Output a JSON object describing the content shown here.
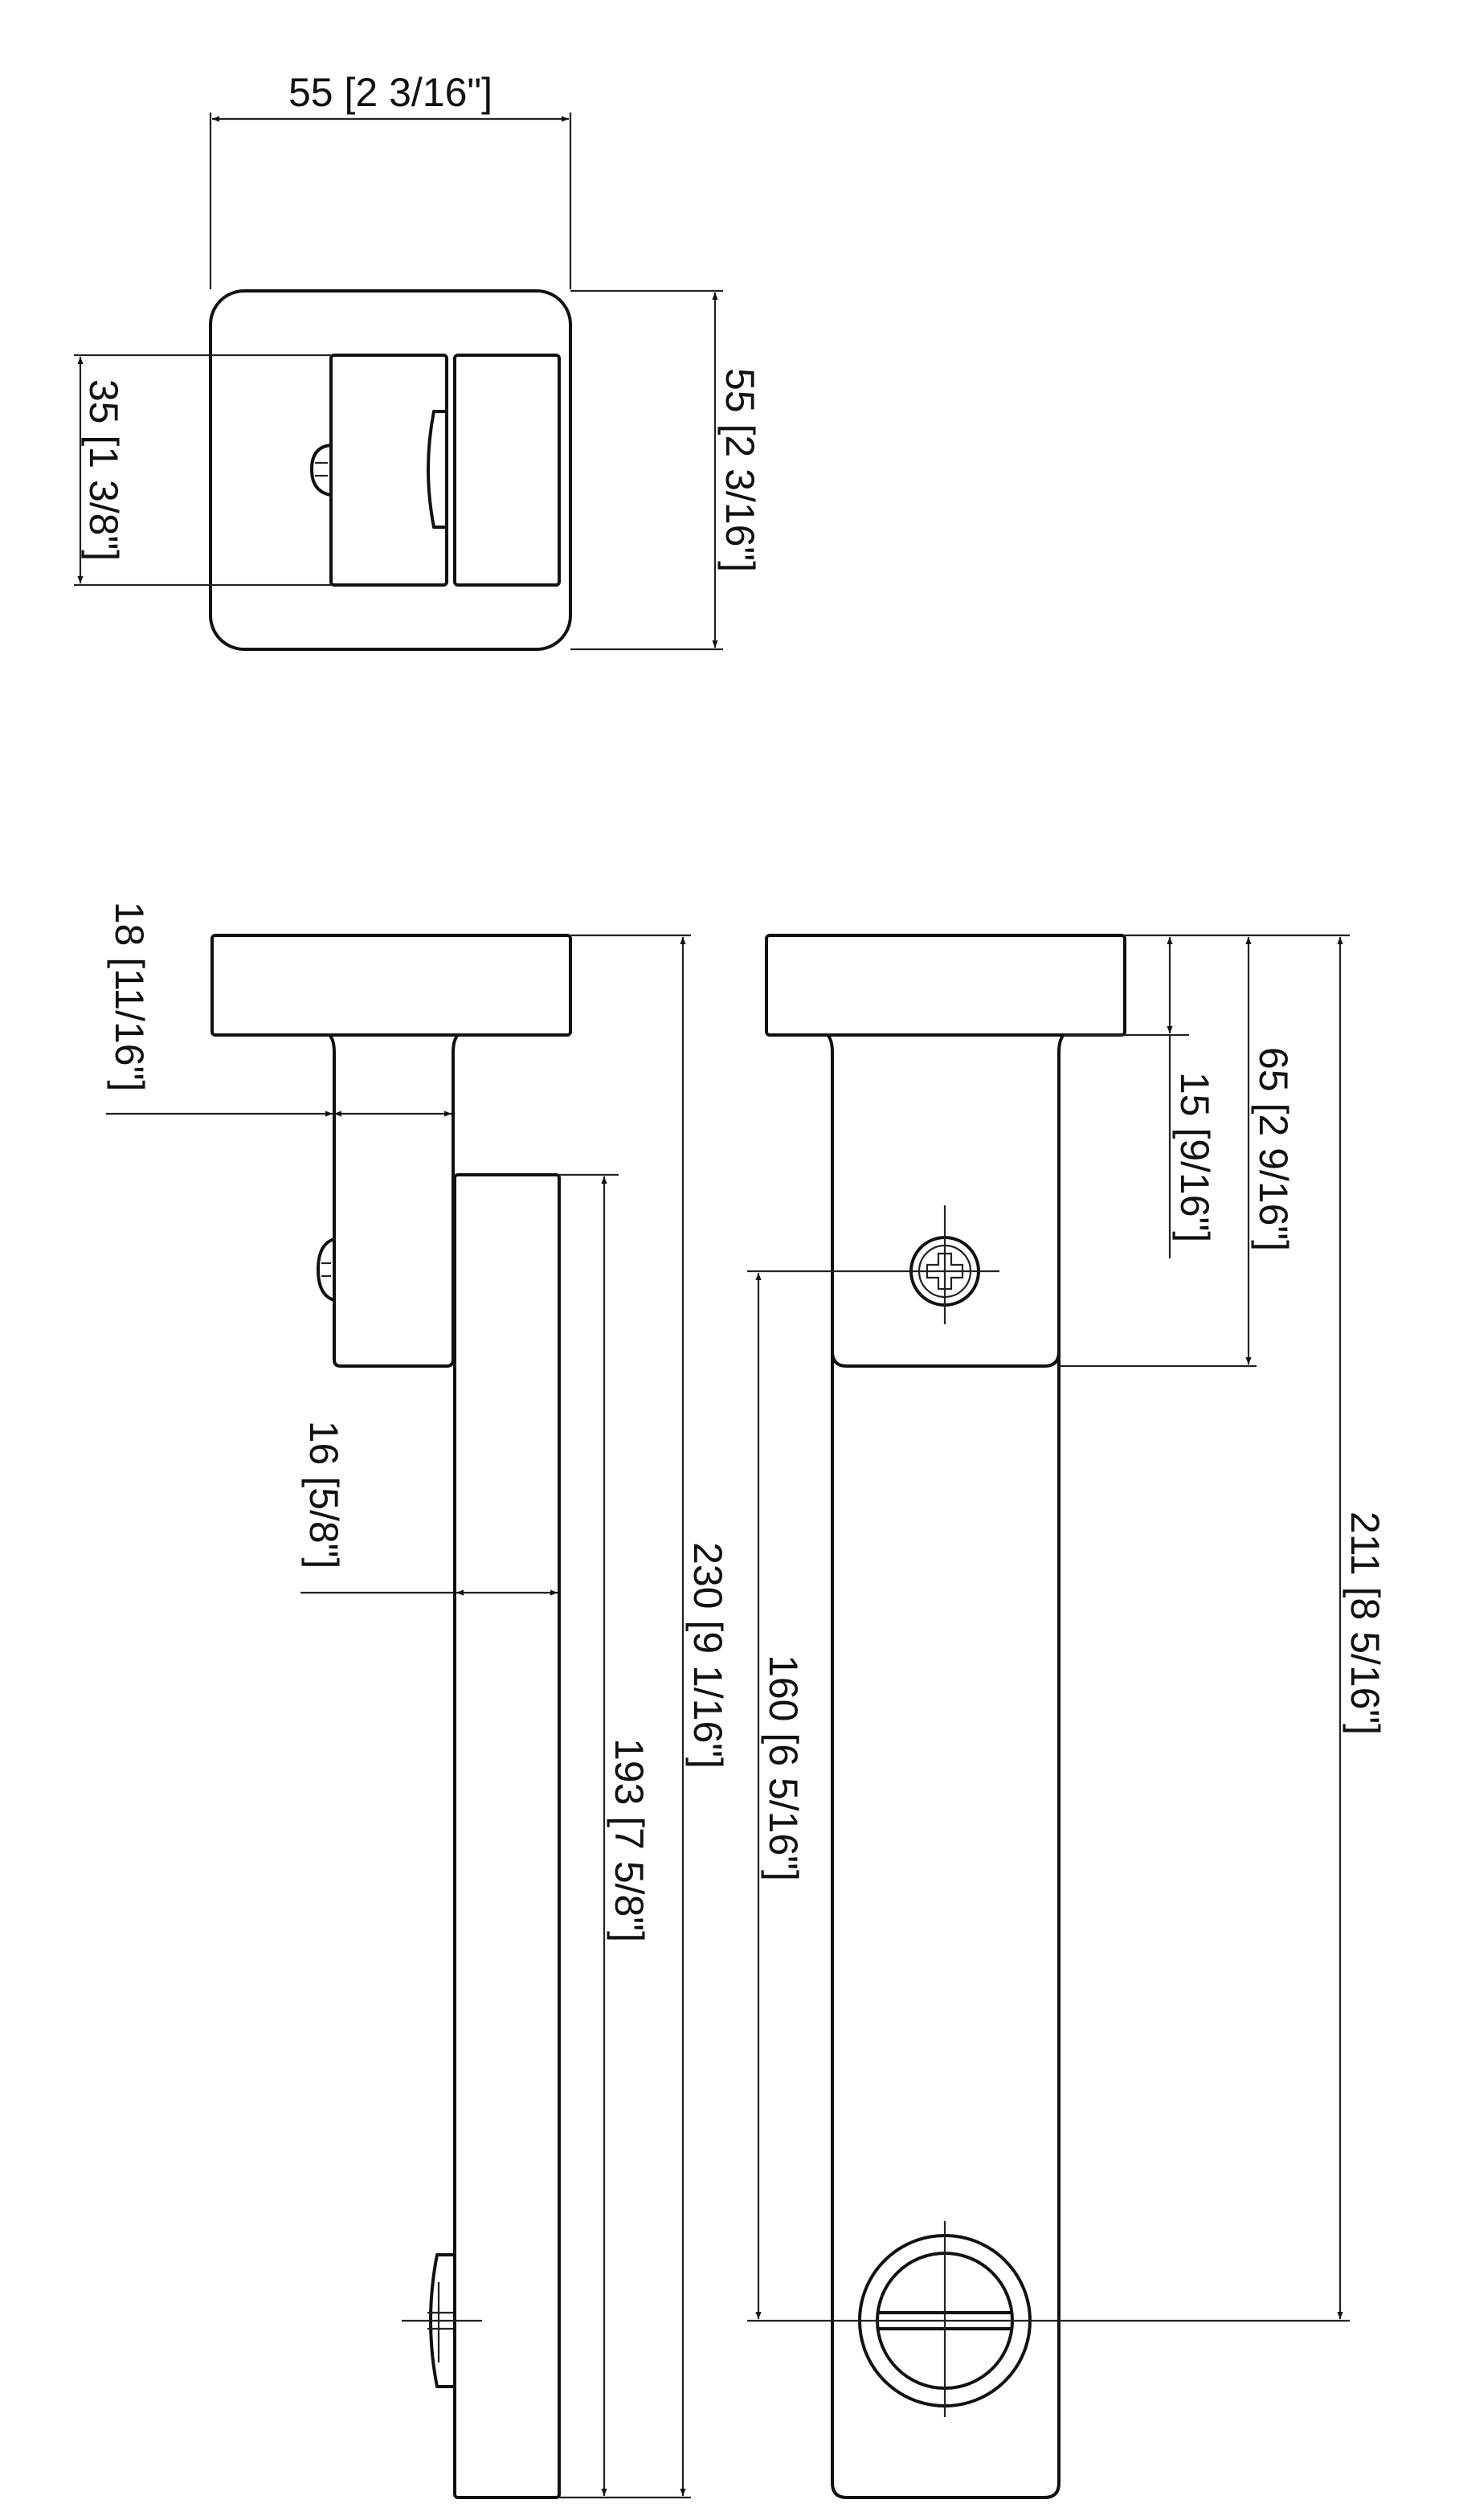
{
  "dimensions": {
    "top_width": "55 [2 3/16\"]",
    "top_height": "55 [2 3/16\"]",
    "top_inner": "35 [1 3/8\"]",
    "side_flange": "18 [11/16\"]",
    "side_bar": "16 [5/8\"]",
    "side_overall": "230 [9 1/16\"]",
    "side_bar_length": "193 [7 5/8\"]",
    "front_inner": "15 [9/16\"]",
    "front_block": "65 [2 9/16\"]",
    "front_overall": "211 [8 5/16\"]",
    "front_screw_spacing": "160 [6 5/16\"]"
  },
  "colors": {
    "line": "#111111",
    "background": "#ffffff"
  }
}
